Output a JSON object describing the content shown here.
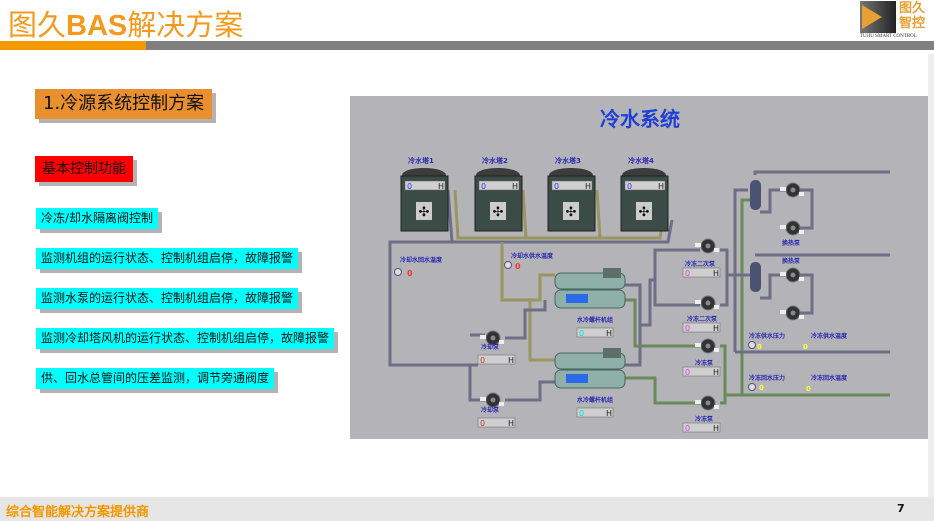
{
  "header": {
    "title_cn1": "图久",
    "title_en": "BAS",
    "title_cn2": "解决方案",
    "logo_cn": "图久智控",
    "logo_en": "TUJIU SMART CONTROL"
  },
  "section": {
    "heading": "1.冷源系统控制方案",
    "subheading": "基本控制功能",
    "items": [
      "冷冻/却水隔离阀控制",
      "监测机组的运行状态、控制机组启停，故障报警",
      "监测水泵的运行状态、控制机组启停，故障报警",
      "监测冷却塔风机的运行状态、控制机组启停，故障报警",
      "供、回水总管间的压差监测，调节旁通阀度"
    ]
  },
  "diagram": {
    "title": "冷水系统",
    "towers": [
      {
        "label": "冷水塔1",
        "value": "0",
        "unit": "H"
      },
      {
        "label": "冷水塔2",
        "value": "0",
        "unit": "H"
      },
      {
        "label": "冷水塔3",
        "value": "0",
        "unit": "H"
      },
      {
        "label": "冷水塔4",
        "value": "0",
        "unit": "H"
      }
    ],
    "cooling_return_temp": {
      "label": "冷却水回水温度",
      "value": "0"
    },
    "cooling_supply_temp": {
      "label": "冷却水供水温度",
      "value": "0"
    },
    "chillers": [
      {
        "label": "水冷螺杆机组",
        "value": "0",
        "unit": "H"
      },
      {
        "label": "水冷螺杆机组",
        "value": "0",
        "unit": "H"
      }
    ],
    "cooling_pumps": [
      {
        "label": "冷却泵",
        "value": "0",
        "unit": "H"
      },
      {
        "label": "冷却泵",
        "value": "0",
        "unit": "H"
      }
    ],
    "secondary_pumps": [
      {
        "label": "冷冻二次泵",
        "value": "0",
        "unit": "H"
      },
      {
        "label": "冷冻二次泵",
        "value": "0",
        "unit": "H"
      }
    ],
    "chilled_pumps": [
      {
        "label": "冷冻泵",
        "value": "0",
        "unit": "H"
      },
      {
        "label": "冷冻泵",
        "value": "0",
        "unit": "H"
      }
    ],
    "heat_pumps": [
      {
        "label": "换热泵"
      },
      {
        "label": "换热泵"
      }
    ],
    "supply_pressure": {
      "label": "冷冻供水压力",
      "value": "0"
    },
    "supply_temp": {
      "label": "冷冻供水温度",
      "value": "0"
    },
    "return_pressure": {
      "label": "冷冻回水压力",
      "value": "0"
    },
    "return_temp": {
      "label": "冷冻回水温度",
      "value": "0"
    },
    "colors": {
      "title": "#1f3fd6",
      "label": "#2b2bb0",
      "tower_value": "#3333ff",
      "temp_value": "#ff3333",
      "chiller_value": "#00e0e0",
      "pump_value": "#e040e0",
      "sensor_value": "#ffff33"
    }
  },
  "footer": {
    "text": "综合智能解决方案提供商",
    "page": "7"
  }
}
